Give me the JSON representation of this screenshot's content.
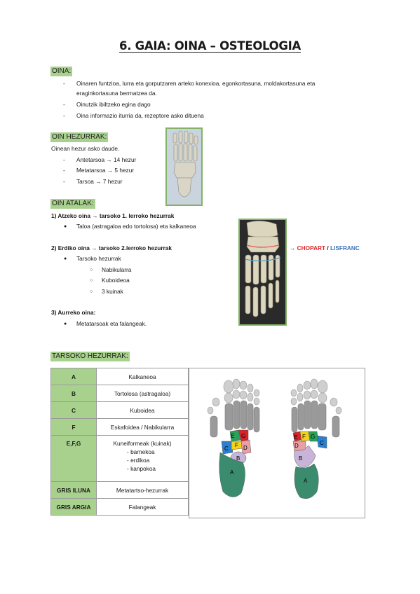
{
  "title": "6. GAIA: OINA – OSTEOLOGIA",
  "sections": {
    "oina": {
      "header": "OINA:",
      "items": [
        "Oinaren funtzioa, lurra eta gorputzaren arteko konexioa, egonkortasuna, moldakortasuna eta",
        "eraginkortasuna bermatzea da.",
        "Oinutzik ibiltzeko egina dago",
        "Oina informazio iturria da, rezeptore asko dituena"
      ]
    },
    "hezurrak": {
      "header": "OIN HEZURRAK:",
      "intro": "Oinean hezur asko daude.",
      "items": [
        "Antetarsoa → 14 hezur",
        "Metatarsoa → 5 hezur",
        "Tarsoa → 7 hezur"
      ]
    },
    "atalak": {
      "header": "OIN ATALAK:",
      "part1_num": "1)",
      "part1_title": "Atzeko oina → tarsoko 1. lerroko hezurrak",
      "part1_item": "Taloa (astragaloa edo tortolosa) eta kalkaneoa",
      "part2_num": "2)",
      "part2_title": "Erdiko oina → tarsoko 2.lerroko hezurrak",
      "part2_item": "Tarsoko hezurrak",
      "part2_sub": [
        "Nabikularra",
        "Kuboideoa",
        "3 kuinak"
      ],
      "part3_num": "3)",
      "part3_title": "Aurreko oina:",
      "part3_item": "Metatarsoak eta falangeak.",
      "arrow": "→",
      "chopart": "CHOPART",
      "slash": "/",
      "lisfranc": "LISFRANC"
    },
    "tarsoko": {
      "header": "TARSOKO HEZURRAK:",
      "rows": [
        {
          "key": "A",
          "value": "Kalkaneoa"
        },
        {
          "key": "B",
          "value": "Tortolosa (astragaloa)"
        },
        {
          "key": "C",
          "value": "Kuboidea"
        },
        {
          "key": "F",
          "value": "Eskafoidea / Nabikularra"
        },
        {
          "key": "E,F,G",
          "value": "Kuneiformeak (kuinak)",
          "sub": [
            "- barnekoa",
            "- erdikoa",
            "- kanpokoa"
          ]
        },
        {
          "key": "GRIS ILUNA",
          "value": "Metatartso-hezurrak"
        },
        {
          "key": "GRIS ARGIA",
          "value": "Falangeak"
        }
      ]
    }
  },
  "diagram_labels": {
    "left": [
      "E",
      "G",
      "C",
      "F",
      "D",
      "B",
      "A"
    ],
    "right": [
      "E",
      "F",
      "G",
      "C",
      "D",
      "B",
      "A"
    ]
  },
  "colors": {
    "header_bg": "#a9d18e",
    "chopart": "#d9262a",
    "lisfranc": "#3a73b8",
    "bone_A": "#3b8c6e",
    "bone_B": "#c8b4d8",
    "bone_C": "#2a7fd0",
    "bone_D": "#e8a0a4",
    "bone_E": "#2aa05a",
    "bone_F": "#f2d21b",
    "bone_G": "#d8232a",
    "metatarsal": "#9a9a9a",
    "phalanx": "#cfcfcf"
  }
}
